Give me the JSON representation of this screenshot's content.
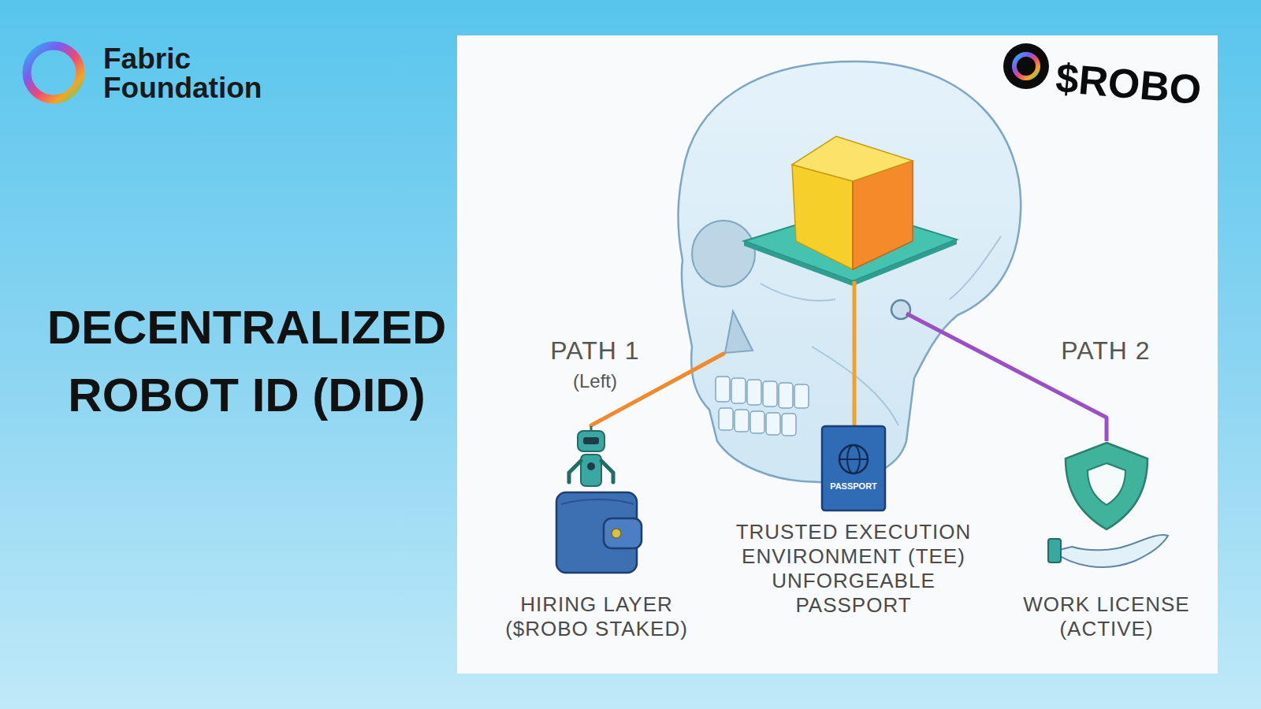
{
  "diagram": {
    "title": "DECENTRALIZED ROBOT ID (DID)",
    "nodes": [
      {
        "text": [
          "HIRING LAYER ($ROBO STAKED)"
        ]
      },
      {
        "text": [
          "PASSPORT",
          "TRUSTED EXECUTION ENVIRONMENT (TEE) UNFORGEABLE PASSPORT"
        ]
      },
      {
        "text": [
          "WORK LICENSE (ACTIVE)"
        ]
      }
    ],
    "labels": [
      "Fabric Foundation",
      "$ROBO",
      "PATH 1",
      "(Left)",
      "PATH 2"
    ]
  }
}
